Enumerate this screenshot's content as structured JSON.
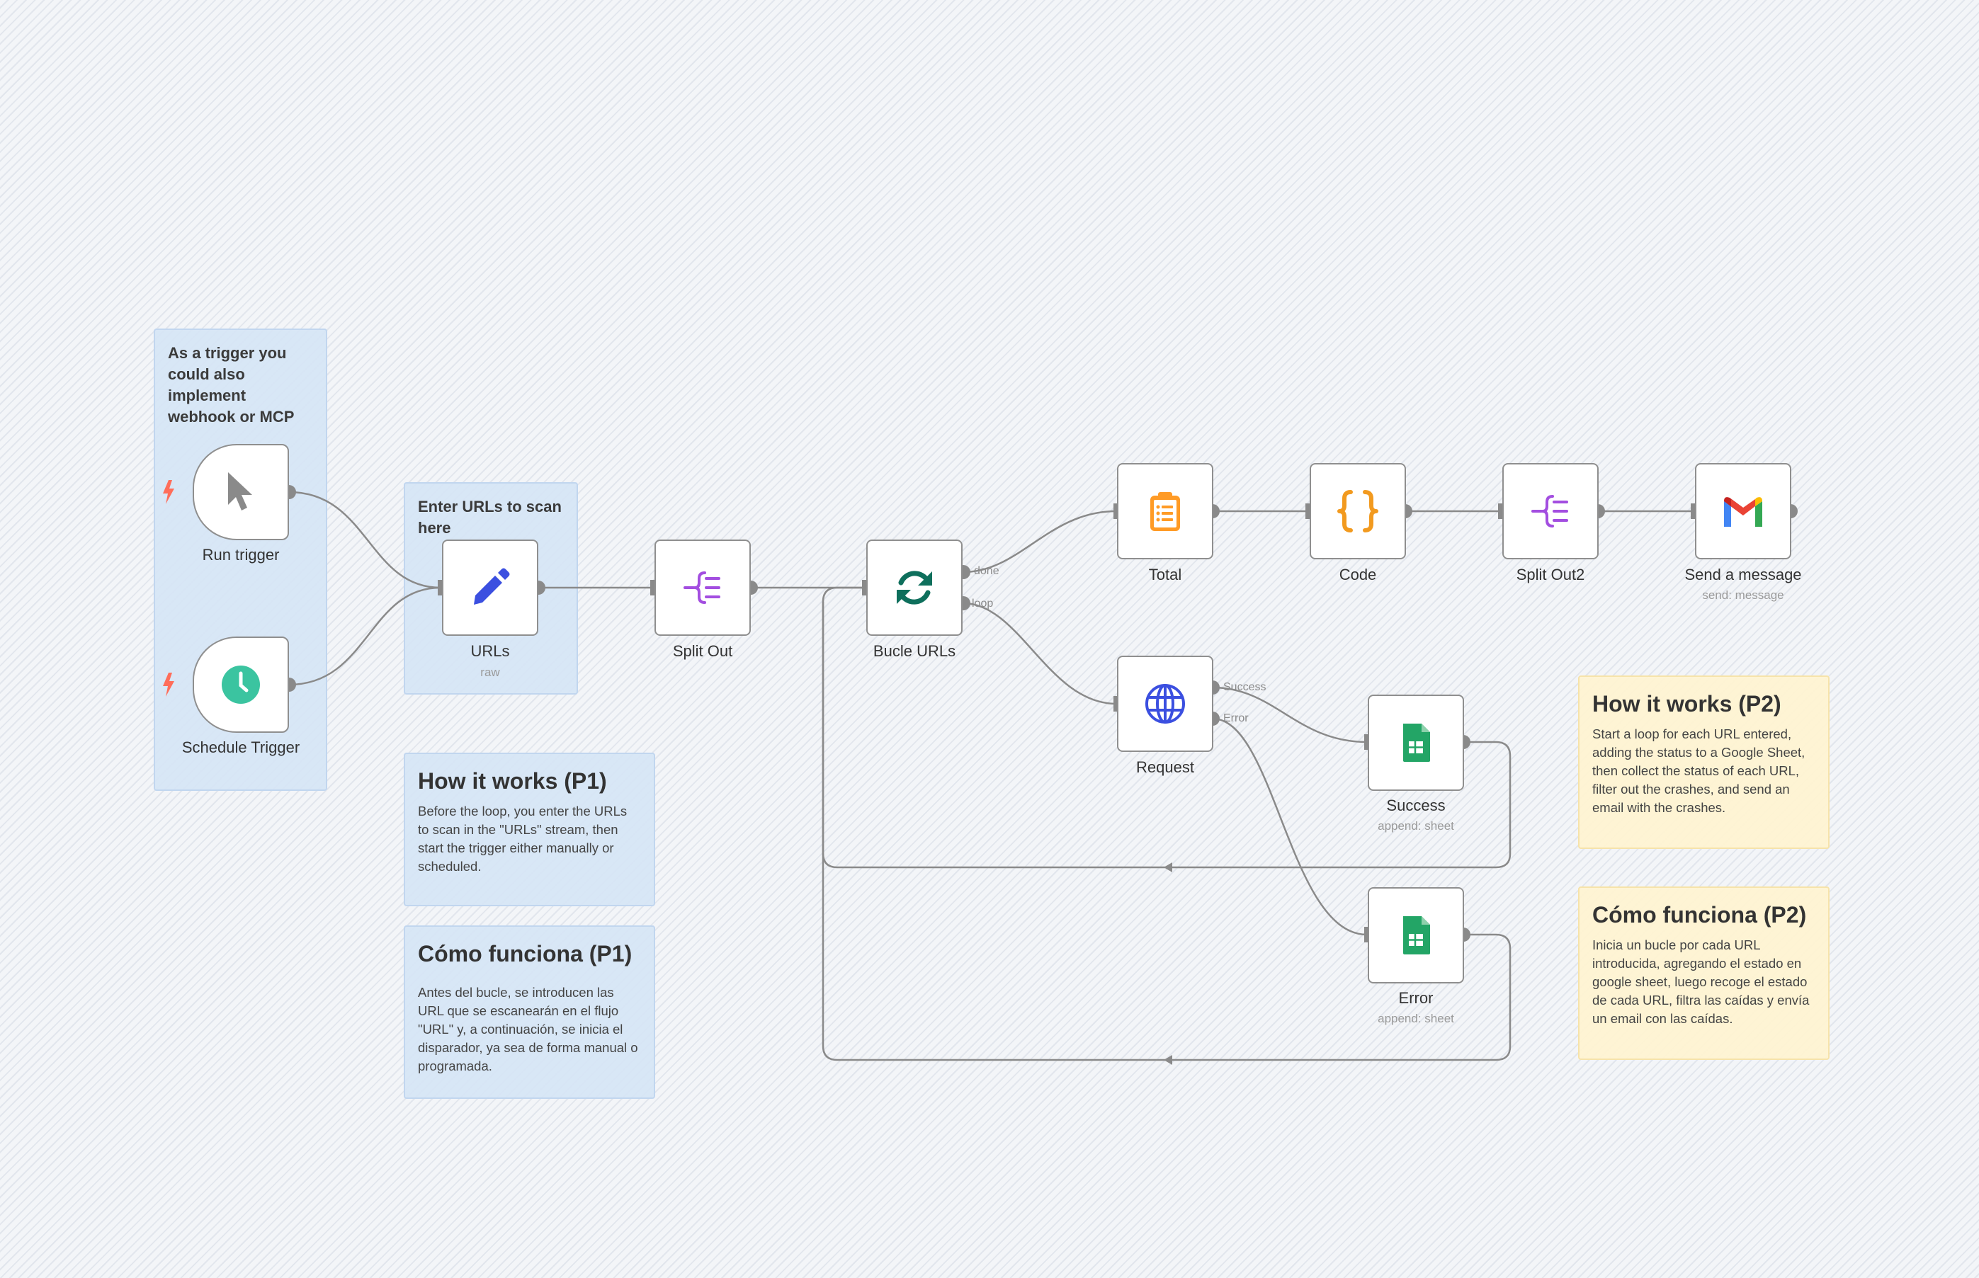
{
  "stickies": {
    "trigger_note": "As a trigger you could also implement webhook or MCP",
    "urls_note": "Enter URLs to scan here",
    "p1_en": {
      "title": "How it works (P1)",
      "body": "Before the loop, you enter the URLs to scan in the \"URLs\" stream, then start the trigger either manually or scheduled."
    },
    "p1_es": {
      "title": "Cómo funciona (P1)",
      "body": "Antes del bucle, se introducen las URL que se escanearán en el flujo \"URL\" y, a continuación, se inicia el disparador, ya sea de forma manual o programada."
    },
    "p2_en": {
      "title": "How it works (P2)",
      "body": "Start a loop for each URL entered, adding the status to a Google Sheet, then collect the status of each URL, filter out the crashes, and send an email with the crashes."
    },
    "p2_es": {
      "title": "Cómo funciona (P2)",
      "body": "Inicia un bucle por cada URL introducida, agregando el estado en google sheet, luego recoge el estado de cada URL, filtra las caídas y envía un email con las caídas."
    }
  },
  "nodes": {
    "run_trigger": {
      "label": "Run trigger",
      "icon": "cursor-icon"
    },
    "schedule_trigger": {
      "label": "Schedule Trigger",
      "icon": "clock-icon"
    },
    "urls": {
      "label": "URLs",
      "subtitle": "raw",
      "icon": "pencil-icon"
    },
    "split_out": {
      "label": "Split Out",
      "icon": "split-icon"
    },
    "bucle_urls": {
      "label": "Bucle URLs",
      "icon": "loop-icon"
    },
    "total": {
      "label": "Total",
      "icon": "clipboard-icon"
    },
    "code": {
      "label": "Code",
      "icon": "braces-icon"
    },
    "split_out2": {
      "label": "Split Out2",
      "icon": "split-icon"
    },
    "send_message": {
      "label": "Send a message",
      "subtitle": "send: message",
      "icon": "gmail-icon"
    },
    "request": {
      "label": "Request",
      "icon": "globe-icon"
    },
    "success": {
      "label": "Success",
      "subtitle": "append: sheet",
      "icon": "sheets-icon"
    },
    "error": {
      "label": "Error",
      "subtitle": "append: sheet",
      "icon": "sheets-icon"
    }
  },
  "ports": {
    "done": "done",
    "loop": "loop",
    "success": "Success",
    "error": "Error"
  },
  "colors": {
    "accent_trigger": "#ff6d5a",
    "schedule_green": "#3bc4a0",
    "pencil_blue": "#3b4fe0",
    "split_purple": "#a34ee0",
    "loop_green": "#0e6f5c",
    "total_orange": "#ff9b26",
    "code_orange": "#f29a1f",
    "globe_blue": "#3b4fe0",
    "sheets_green": "#23a566",
    "edge_gray": "#8a8a8a"
  }
}
